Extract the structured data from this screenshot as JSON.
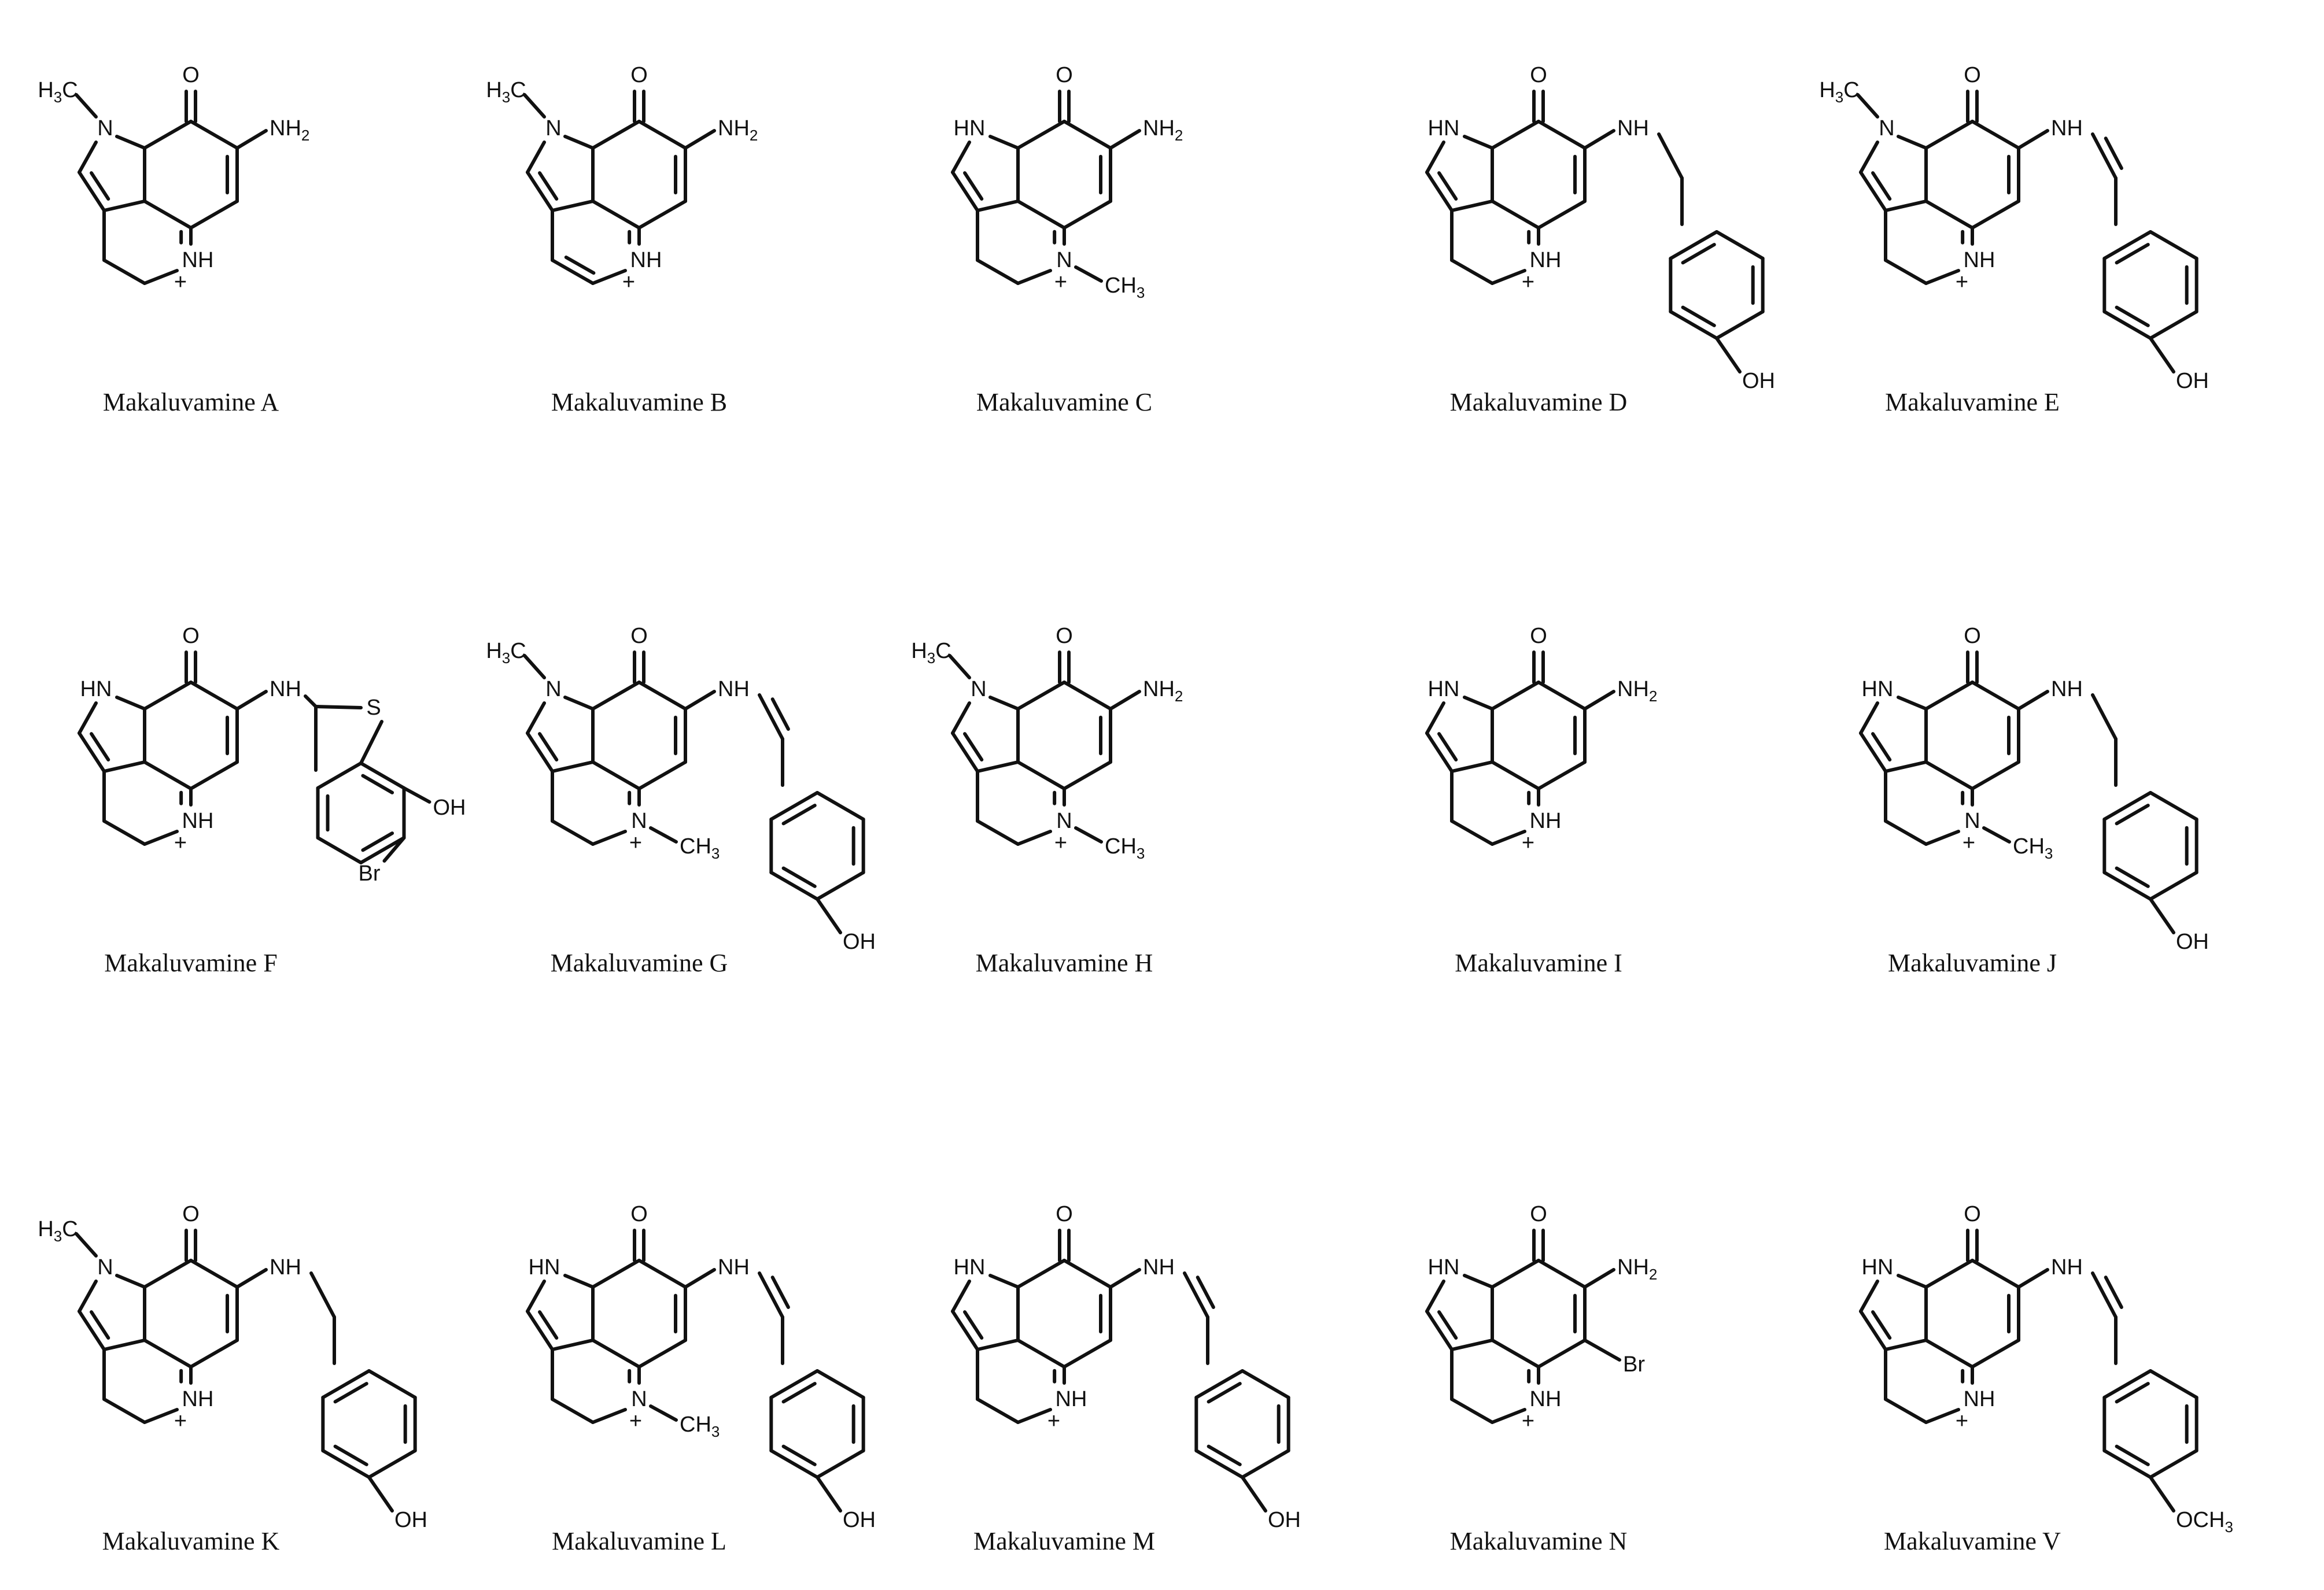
{
  "compounds": [
    {
      "name": "Makaluvamine A",
      "core": "dihydro",
      "n1": "NMe",
      "n5": "NH",
      "sub7": "NH2",
      "sub8": null,
      "side": null
    },
    {
      "name": "Makaluvamine B",
      "core": "aromatic",
      "n1": "NMe",
      "n5": "NH",
      "sub7": "NH2",
      "sub8": null,
      "side": null
    },
    {
      "name": "Makaluvamine C",
      "core": "dihydro",
      "n1": "NH",
      "n5": "NMe",
      "sub7": "NH2",
      "sub8": null,
      "side": null
    },
    {
      "name": "Makaluvamine D",
      "core": "dihydro",
      "n1": "NH",
      "n5": "NH",
      "sub7": "NH",
      "sub8": null,
      "side": "ethyl",
      "para": "OH"
    },
    {
      "name": "Makaluvamine E",
      "core": "dihydro",
      "n1": "NMe",
      "n5": "NH",
      "sub7": "NH",
      "sub8": null,
      "side": "vinyl",
      "para": "OH"
    },
    {
      "name": "Makaluvamine F",
      "core": "dihydro",
      "n1": "NH",
      "n5": "NH",
      "sub7": "NH",
      "sub8": null,
      "side": "thio"
    },
    {
      "name": "Makaluvamine G",
      "core": "dihydro",
      "n1": "NMe",
      "n5": "NMe",
      "sub7": "NH",
      "sub8": null,
      "side": "vinyl",
      "para": "OH"
    },
    {
      "name": "Makaluvamine H",
      "core": "dihydro",
      "n1": "NMe",
      "n5": "NMe",
      "sub7": "NH2",
      "sub8": null,
      "side": null
    },
    {
      "name": "Makaluvamine I",
      "core": "dihydro",
      "n1": "NH",
      "n5": "NH",
      "sub7": "NH2",
      "sub8": null,
      "side": null
    },
    {
      "name": "Makaluvamine J",
      "core": "dihydro",
      "n1": "NH",
      "n5": "NMe",
      "sub7": "NH",
      "sub8": null,
      "side": "ethyl",
      "para": "OH"
    },
    {
      "name": "Makaluvamine K",
      "core": "dihydro",
      "n1": "NMe",
      "n5": "NH",
      "sub7": "NH",
      "sub8": null,
      "side": "ethyl",
      "para": "OH"
    },
    {
      "name": "Makaluvamine L",
      "core": "dihydro",
      "n1": "NH",
      "n5": "NMe",
      "sub7": "NH",
      "sub8": null,
      "side": "vinyl",
      "para": "OH"
    },
    {
      "name": "Makaluvamine M",
      "core": "dihydro",
      "n1": "NH",
      "n5": "NH",
      "sub7": "NH",
      "sub8": null,
      "side": "vinyl",
      "para": "OH"
    },
    {
      "name": "Makaluvamine N",
      "core": "dihydro",
      "n1": "NH",
      "n5": "NH",
      "sub7": "NH2",
      "sub8": "Br",
      "side": null
    },
    {
      "name": "Makaluvamine V",
      "core": "dihydro",
      "n1": "NH",
      "n5": "NH",
      "sub7": "NH",
      "sub8": null,
      "side": "vinyl",
      "para": "OCH3"
    }
  ],
  "labels": {
    "O": "O",
    "HN": "HN",
    "N": "N",
    "NH": "NH",
    "H": "H",
    "C": "C",
    "NH2": "NH",
    "two": "2",
    "three": "3",
    "plus": "+",
    "CH3": "CH",
    "H3C_h": "H",
    "H3C_c": "C",
    "OH": "OH",
    "OCH3_a": "OCH",
    "S": "S",
    "Br": "Br"
  }
}
